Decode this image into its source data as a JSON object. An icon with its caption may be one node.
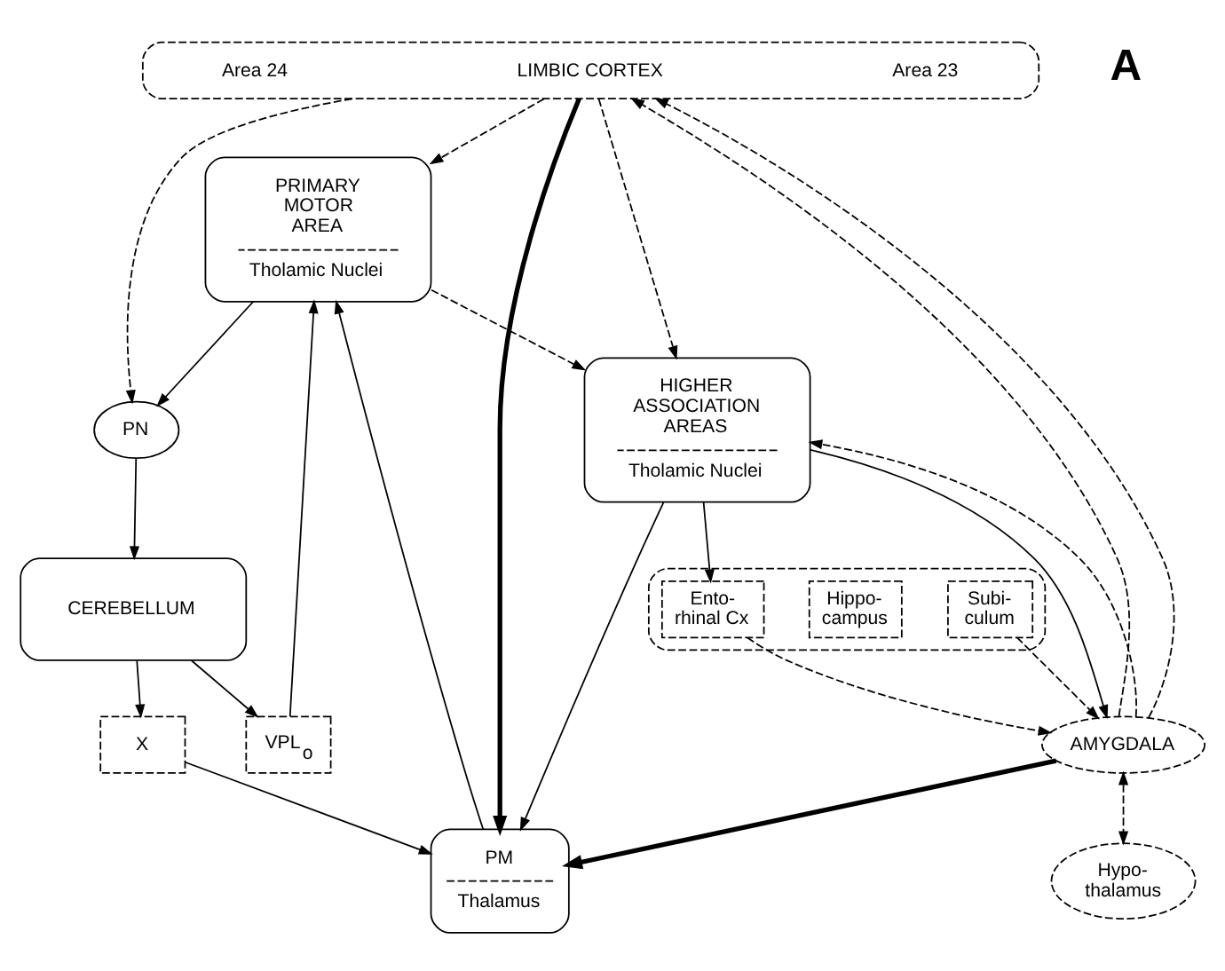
{
  "diagram": {
    "nodes": [
      {
        "text": [
          "Area 24",
          "LIMBIC CORTEX",
          "Area 23"
        ]
      },
      {
        "text": [
          "PRIMARY MOTOR AREA",
          "Tholamic Nuclei"
        ]
      },
      {
        "text": [
          "VPL$_{o}$"
        ]
      },
      {
        "text": [
          "X"
        ]
      },
      {
        "text": [
          "PM",
          "Thalamus"
        ]
      },
      {
        "text": [
          "HIGHER ASSOCIATION AREAS",
          "Tholamic Nuclei"
        ]
      },
      {
        "text": [
          "PN"
        ]
      },
      {
        "text": [
          "CEREBELLUM"
        ]
      },
      {
        "text": [],
        "shape": "box"
      },
      {
        "text": [
          "Subi- culum"
        ],
        "in": 8
      },
      {
        "text": [
          "Hippo- campus"
        ],
        "in": 8
      },
      {
        "text": [
          "Ento- rhinal Cx"
        ],
        "in": 8
      },
      {
        "text": [
          "AMYGDALA"
        ]
      },
      {
        "text": [
          "Hypo- thalamus"
        ]
      }
    ],
    "edges": [
      {
        "from": 0,
        "to": 1,
        "arrow": "to",
        "style": "dashed"
      },
      {
        "from": 0,
        "to": 4,
        "arrow": "to",
        "style": "thick"
      },
      {
        "from": 0,
        "to": 5,
        "arrow": "to",
        "style": "dashed"
      },
      {
        "from": 0,
        "to": 6,
        "arrow": "to",
        "style": "dashed"
      },
      {
        "from": 4,
        "to": 1,
        "arrow": "to"
      },
      {
        "from": 5,
        "to": 4,
        "arrow": "to"
      },
      {
        "from": 2,
        "to": 1,
        "arrow": "to"
      },
      {
        "from": 3,
        "to": 4,
        "arrow": "to"
      },
      {
        "from": 1,
        "to": 5,
        "arrow": "to",
        "style": "dashed"
      },
      {
        "from": 1,
        "to": 6,
        "arrow": "to"
      },
      {
        "from": 6,
        "to": 7,
        "arrow": "to"
      },
      {
        "from": 7,
        "to": 2,
        "arrow": "to"
      },
      {
        "from": 7,
        "to": 3,
        "arrow": "to"
      },
      {
        "from": 5,
        "to": 11,
        "arrow": "to"
      },
      {
        "from": 5,
        "to": 12,
        "arrow": "to"
      },
      {
        "from": 12,
        "to": 4,
        "arrow": "to",
        "style": "thick"
      },
      {
        "from": 11,
        "to": 12,
        "arrow": "to",
        "style": "dashed"
      },
      {
        "from": 9,
        "to": 12,
        "arrow": "to",
        "style": "dashed"
      },
      {
        "from": 12,
        "to": 0,
        "arrow": "to",
        "style": "dashed"
      },
      {
        "from": 12,
        "to": 0,
        "arrow": "to",
        "style": "dashed"
      },
      {
        "from": 12,
        "to": 5,
        "arrow": "to",
        "style": "dashed"
      },
      {
        "from": 12,
        "to": 13,
        "arrow": "both",
        "style": "dashed"
      }
    ],
    "labels": [
      "A"
    ]
  }
}
